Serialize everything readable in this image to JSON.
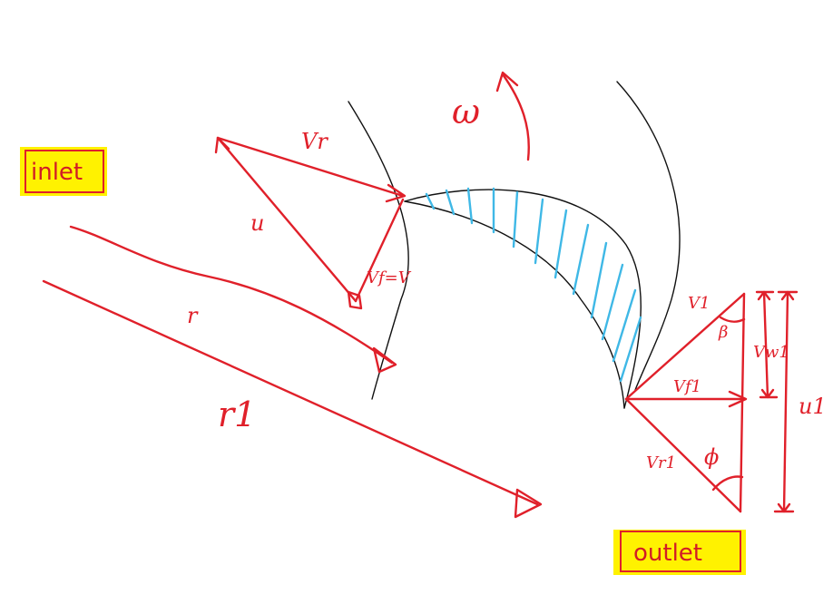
{
  "diagram": {
    "inlet_label": "inlet",
    "outlet_label": "outlet",
    "omega_label": "ω",
    "inlet_triangle": {
      "vr_label": "Vr",
      "u_label": "u",
      "vf_label": "Vf=V"
    },
    "radius_labels": {
      "r": "r",
      "r1": "r1"
    },
    "outlet_triangle": {
      "v1_label": "V1",
      "beta_label": "β",
      "vw1_label": "Vw1",
      "vf1_label": "Vf1",
      "vr1_label": "Vr1",
      "phi_label": "ϕ",
      "u1_label": "u1"
    },
    "colors": {
      "ink_red": "#e0202a",
      "blade_outline": "#111111",
      "hatch_blue": "#3fb8e6",
      "highlight_yellow": "#fff200"
    }
  }
}
